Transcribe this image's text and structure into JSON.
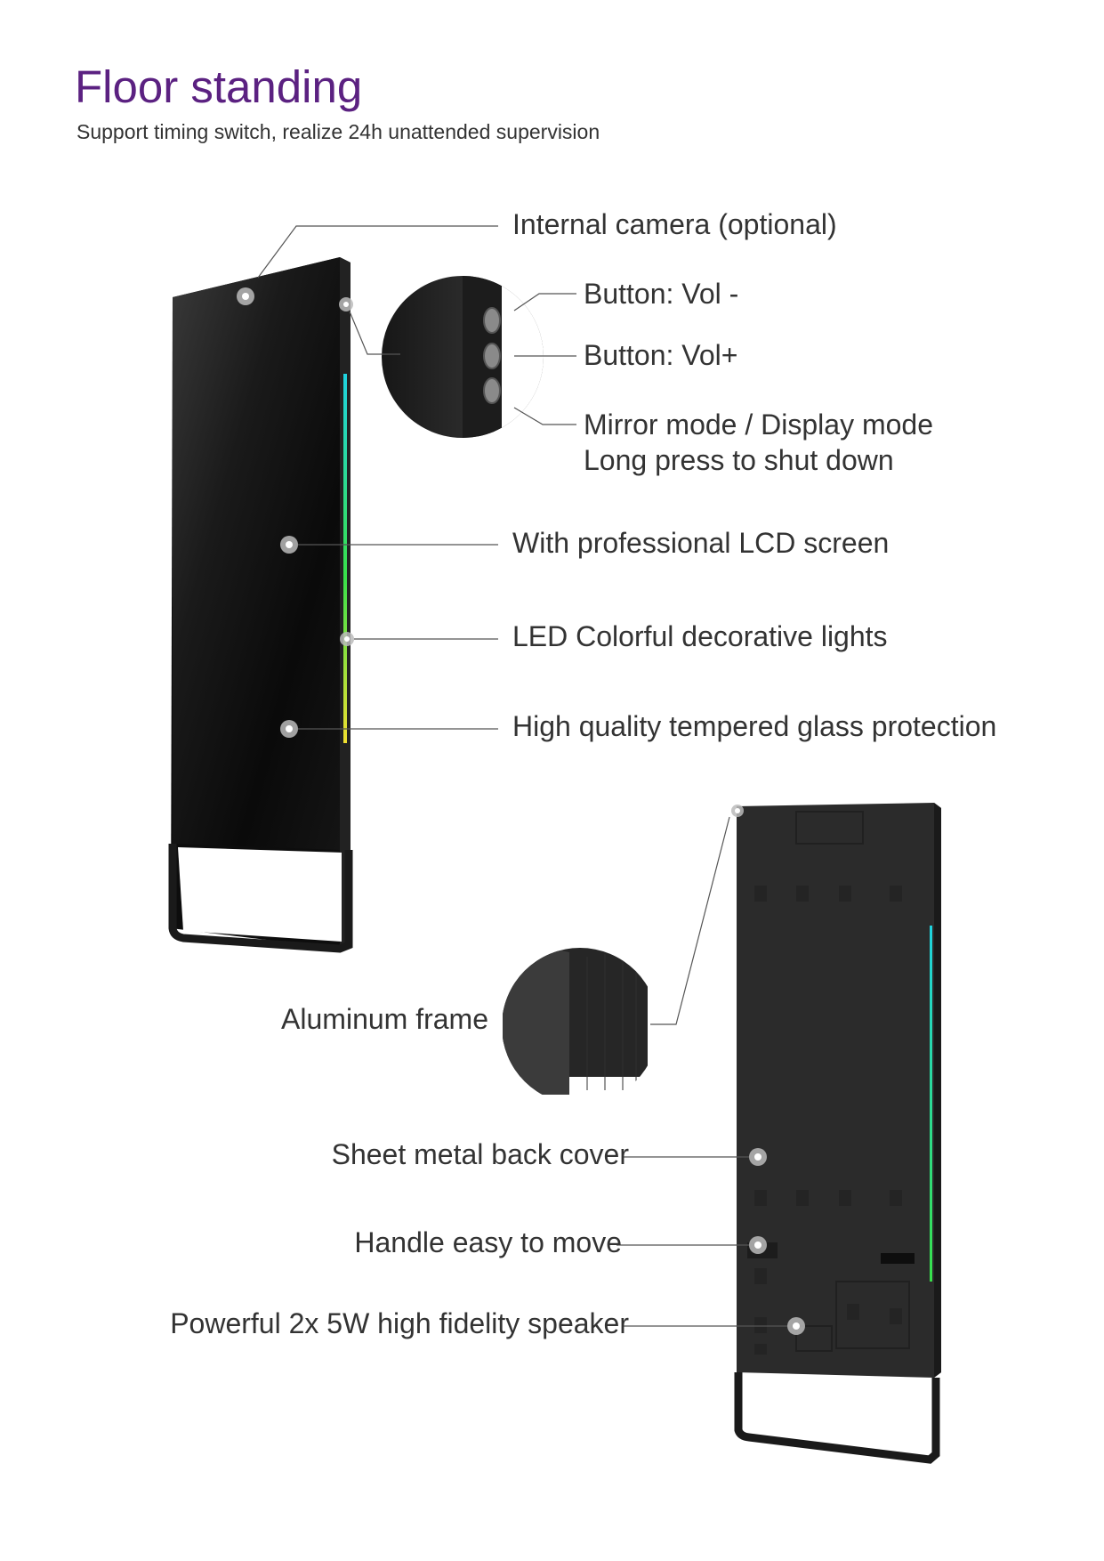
{
  "page": {
    "title": "Floor standing",
    "subtitle": "Support timing switch, realize 24h unattended supervision"
  },
  "front_callouts": {
    "camera": "Internal camera (optional)",
    "vol_down": "Button: Vol -",
    "vol_up": "Button: Vol+",
    "mode_line1": "Mirror mode / Display mode",
    "mode_line2": "Long press to shut down",
    "lcd": "With professional LCD screen",
    "led": "LED Colorful decorative lights",
    "glass": "High quality tempered glass protection"
  },
  "back_callouts": {
    "frame": "Aluminum frame",
    "cover": "Sheet metal back cover",
    "handle": "Handle easy to move",
    "speaker": "Powerful 2x 5W high fidelity speaker"
  },
  "colors": {
    "title": "#5b2181",
    "text": "#333333",
    "device_body": "#111111",
    "back_cover": "#2b2b2b",
    "led_cyan": "#1fd3e0",
    "led_green": "#38e04a",
    "led_yellow": "#f0e030"
  }
}
